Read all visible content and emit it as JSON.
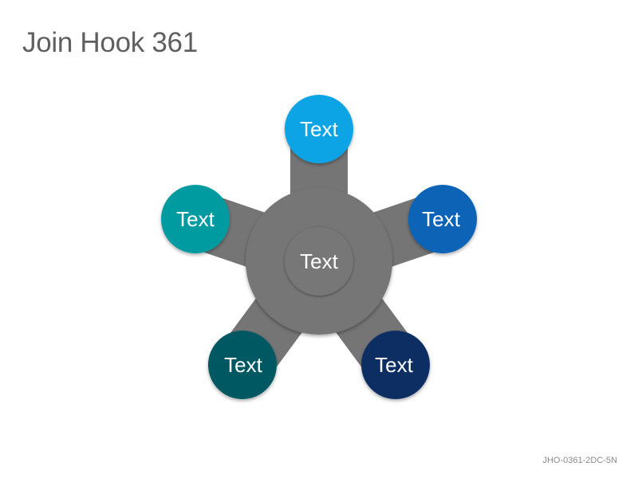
{
  "title": "Join Hook 361",
  "code": "JHO-0361-2DC-5N",
  "center": {
    "label": "Text"
  },
  "nodes": [
    {
      "label": "Text",
      "color": "#0ba4e6"
    },
    {
      "label": "Text",
      "color": "#0763b5"
    },
    {
      "label": "Text",
      "color": "#0a2e63"
    },
    {
      "label": "Text",
      "color": "#035862"
    },
    {
      "label": "Text",
      "color": "#039aa1"
    }
  ],
  "colors": {
    "arm": "#757575",
    "hub": "#767676",
    "hub_inner": "#777777"
  }
}
